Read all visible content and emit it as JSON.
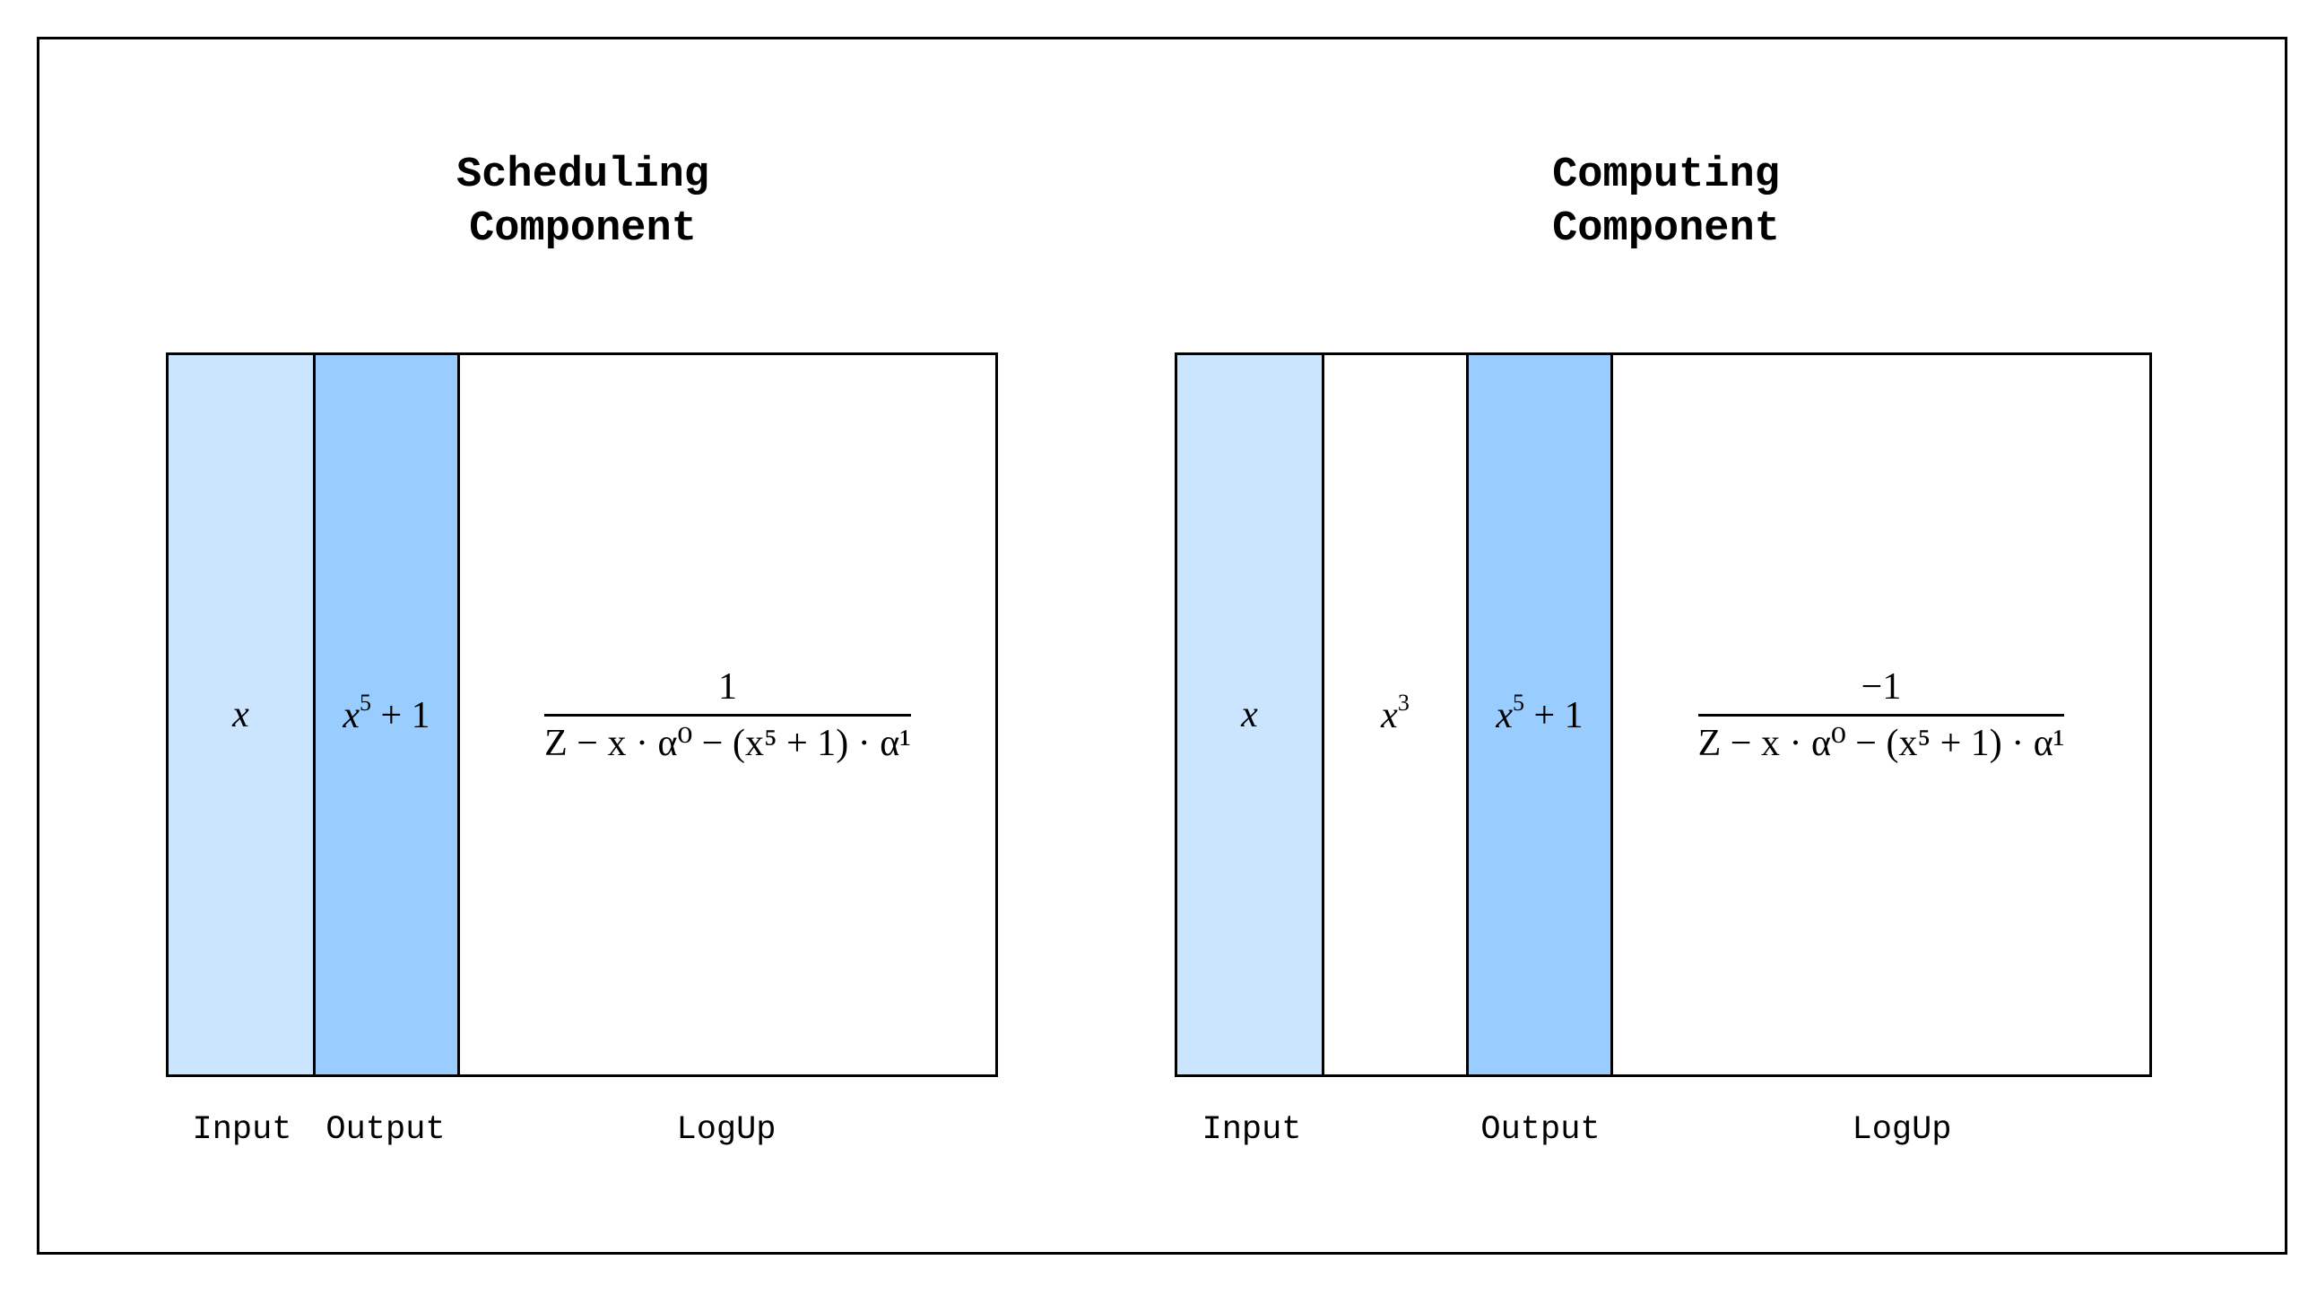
{
  "panels": [
    {
      "title_line1": "Scheduling",
      "title_line2": "Component",
      "input_cell": "x",
      "output_cell_base": "x",
      "output_cell_exp": "5",
      "output_cell_rest": " + 1",
      "logup_numerator": "1",
      "logup_denominator": "Z − x · α⁰ − (x⁵ + 1) · α¹",
      "labels": {
        "input": "Input",
        "output": "Output",
        "logup": "LogUp"
      }
    },
    {
      "title_line1": "Computing",
      "title_line2": "Component",
      "input_cell": "x",
      "mid_cell_base": "x",
      "mid_cell_exp": "3",
      "output_cell_base": "x",
      "output_cell_exp": "5",
      "output_cell_rest": " + 1",
      "logup_numerator": "−1",
      "logup_denominator": "Z − x · α⁰ − (x⁵ + 1) · α¹",
      "labels": {
        "input": "Input",
        "output": "Output",
        "logup": "LogUp"
      }
    }
  ],
  "colors": {
    "input_fill": "#cce5fe",
    "output_fill": "#99ccff",
    "border": "#000000"
  }
}
